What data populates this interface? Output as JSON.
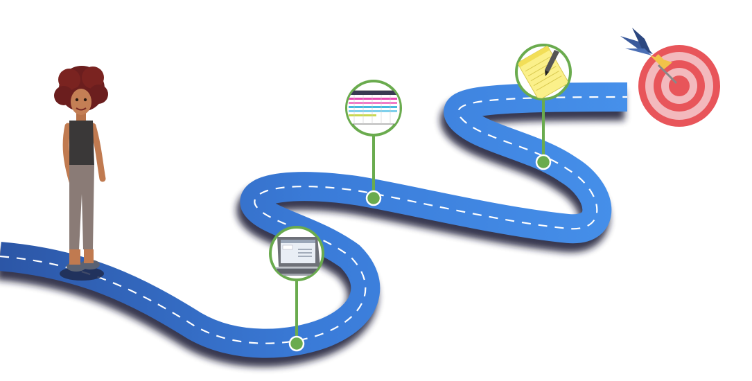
{
  "scene": {
    "background": "#ffffff",
    "colors": {
      "road": "#3f86e0",
      "road_dark": "#2d5aa9",
      "road_shadow": "#1b1c3a",
      "dash": "#ffffff",
      "milestone_ring": "#6aab4e",
      "milestone_dot": "#6aab4e",
      "target_red": "#e8555a",
      "target_pink": "#f6c3c6",
      "dart_blue": "#3a5a9c",
      "notepad_yellow": "#fbf08a"
    },
    "milestones": [
      {
        "icon": "laptop-icon",
        "order": 1
      },
      {
        "icon": "calendar-icon",
        "order": 2
      },
      {
        "icon": "notepad-pencil-icon",
        "order": 3
      }
    ],
    "goal_icon": "target-dart-icon",
    "character": "woman-character"
  }
}
